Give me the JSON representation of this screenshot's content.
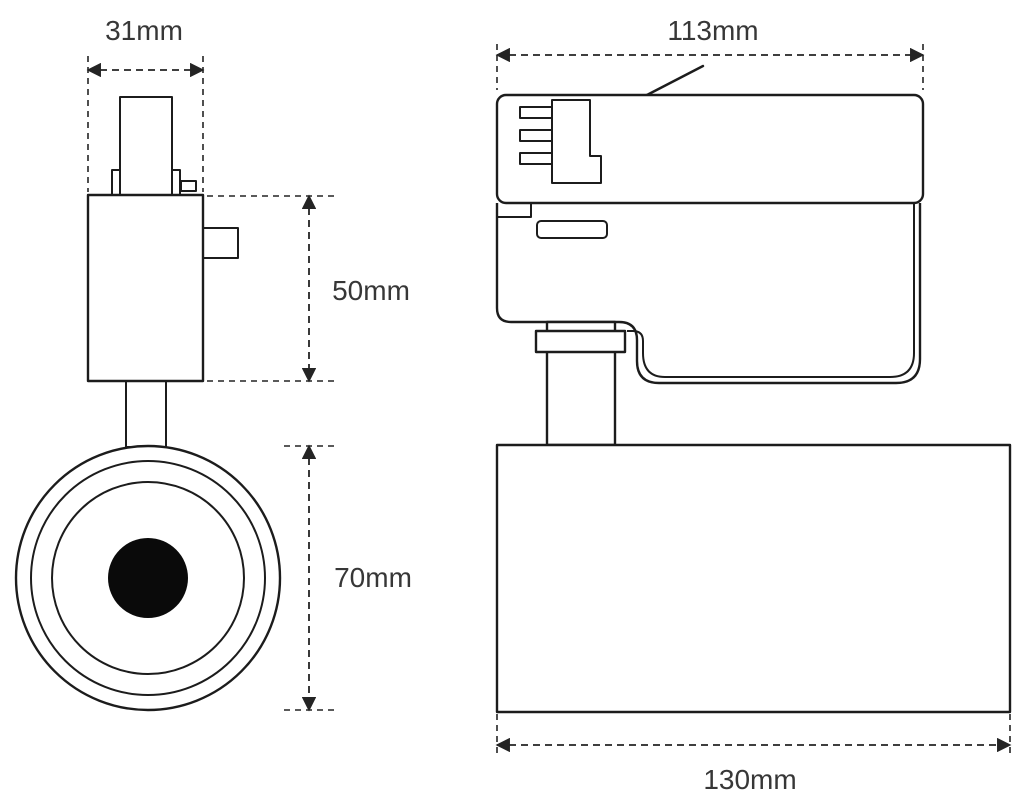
{
  "drawing": {
    "background_color": "#ffffff",
    "line_color": "#1c1c1c",
    "label_color": "#373737"
  },
  "labels": {
    "front_width": "31mm",
    "adapter_length": "113mm",
    "upper_height": "50mm",
    "head_diameter": "70mm",
    "head_length": "130mm"
  }
}
